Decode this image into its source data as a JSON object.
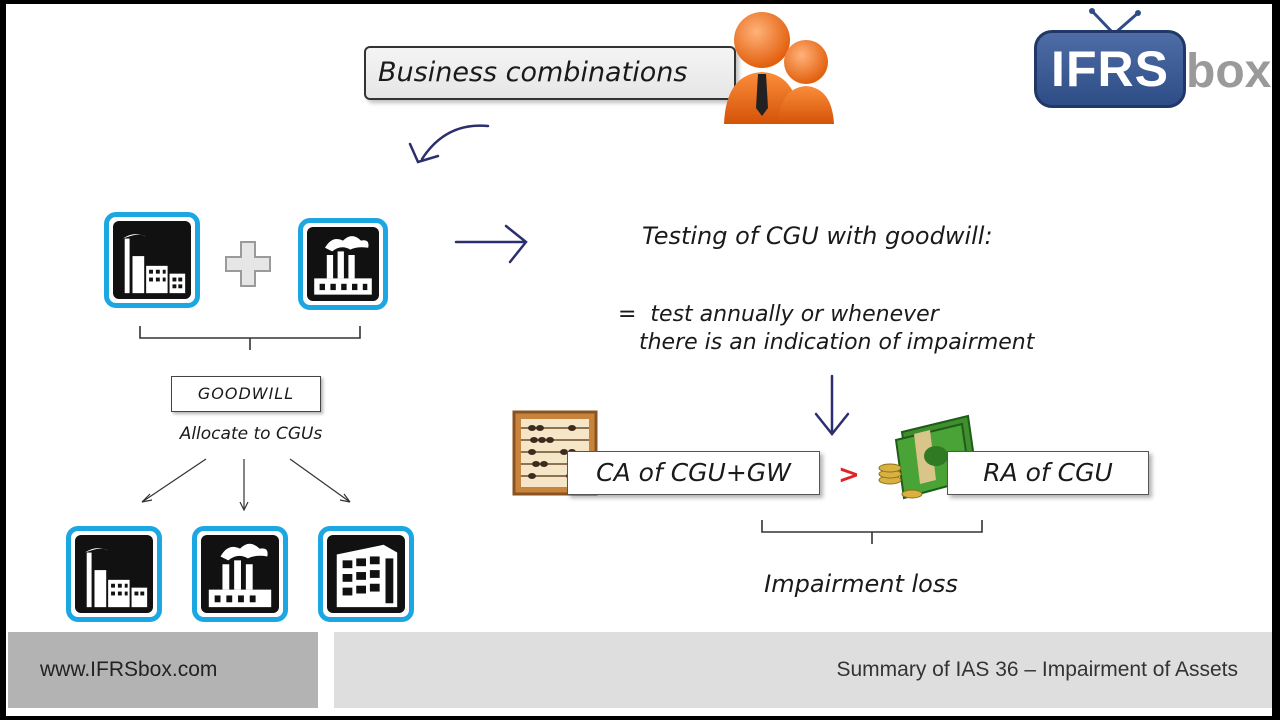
{
  "banner": {
    "text": "Business combinations"
  },
  "logo": {
    "primary": "IFRS",
    "suffix": "box"
  },
  "left": {
    "goodwill": "GOODWILL",
    "allocate": "Allocate to CGUs"
  },
  "right": {
    "title": "Testing of CGU with goodwill:",
    "line1": "=  test annually or whenever",
    "line2": "   there is an indication of impairment",
    "ca": "CA of CGU+GW",
    "operator": ">",
    "ra": "RA of CGU",
    "result": "Impairment loss"
  },
  "footer": {
    "website": "www.IFRSbox.com",
    "caption": "Summary of IAS 36 – Impairment of Assets"
  },
  "colors": {
    "tile_border": "#1ca7e3",
    "operator": "#e02424",
    "arrow": "#2b2f6e",
    "people": "#f47b20"
  },
  "icons": [
    "people-icon",
    "factory-icon",
    "smoke-factory-icon",
    "building-icon",
    "plus-icon",
    "abacus-icon",
    "money-icon"
  ]
}
